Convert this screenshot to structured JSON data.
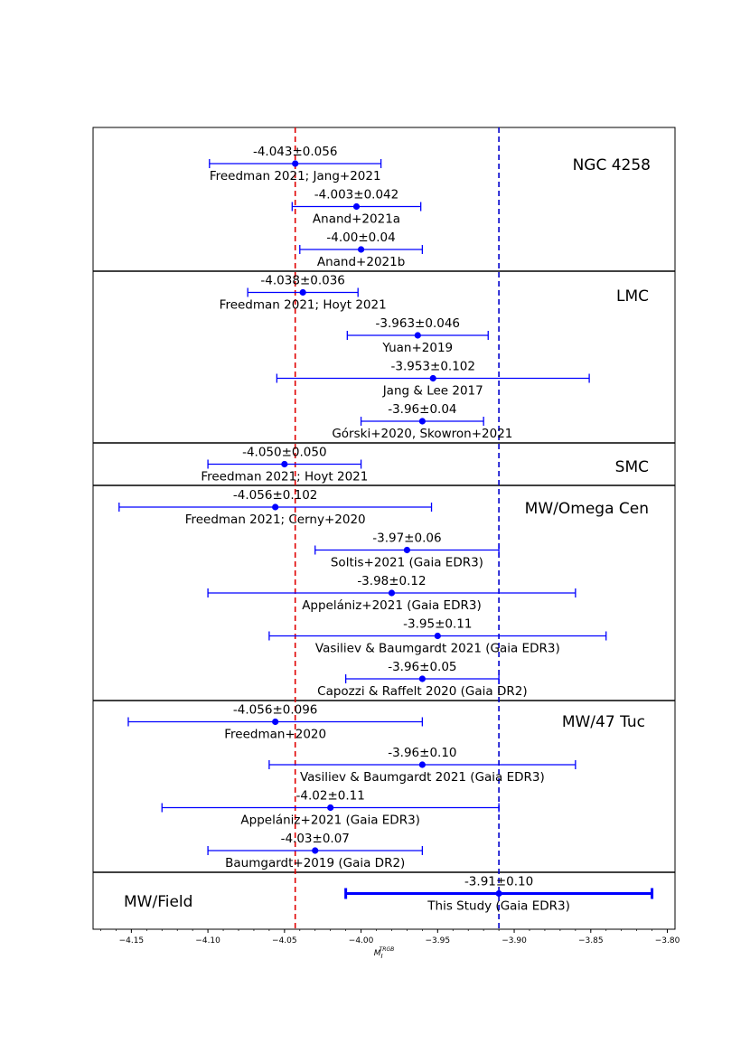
{
  "chart_data": {
    "type": "scatter",
    "title": "",
    "xlabel": "M_I^TRGB",
    "ylabel": "",
    "xlim": [
      -4.175,
      -3.795
    ],
    "xticks": [
      -4.15,
      -4.1,
      -4.05,
      -4.0,
      -3.95,
      -3.9,
      -3.85,
      -3.8
    ],
    "xtick_labels": [
      "−4.15",
      "−4.10",
      "−4.05",
      "−4.00",
      "−3.95",
      "−3.90",
      "−3.85",
      "−3.80"
    ],
    "reference_lines": [
      {
        "x": -4.043,
        "color": "#e00000",
        "style": "dashed"
      },
      {
        "x": -3.91,
        "color": "#0000cc",
        "style": "dashed"
      }
    ],
    "groups": [
      {
        "name": "NGC 4258",
        "label_side": "right",
        "points": [
          {
            "value_label": "-4.043±0.056",
            "source": "Freedman 2021; Jang+2021",
            "x": -4.043,
            "err": 0.056
          },
          {
            "value_label": "-4.003±0.042",
            "source": "Anand+2021a",
            "x": -4.003,
            "err": 0.042
          },
          {
            "value_label": "-4.00±0.04",
            "source": "Anand+2021b",
            "x": -4.0,
            "err": 0.04
          }
        ]
      },
      {
        "name": "LMC",
        "label_side": "right",
        "points": [
          {
            "value_label": "-4.038±0.036",
            "source": "Freedman 2021; Hoyt 2021",
            "x": -4.038,
            "err": 0.036
          },
          {
            "value_label": "-3.963±0.046",
            "source": "Yuan+2019",
            "x": -3.963,
            "err": 0.046
          },
          {
            "value_label": "-3.953±0.102",
            "source": "Jang & Lee 2017",
            "x": -3.953,
            "err": 0.102
          },
          {
            "value_label": "-3.96±0.04",
            "source": "Górski+2020, Skowron+2021",
            "x": -3.96,
            "err": 0.04
          }
        ]
      },
      {
        "name": "SMC",
        "label_side": "right",
        "points": [
          {
            "value_label": "-4.050±0.050",
            "source": "Freedman 2021; Hoyt 2021",
            "x": -4.05,
            "err": 0.05
          }
        ]
      },
      {
        "name": "MW/Omega Cen",
        "label_side": "right",
        "points": [
          {
            "value_label": "-4.056±0.102",
            "source": "Freedman 2021; Cerny+2020",
            "x": -4.056,
            "err": 0.102
          },
          {
            "value_label": "-3.97±0.06",
            "source": "Soltis+2021 (Gaia EDR3)",
            "x": -3.97,
            "err": 0.06
          },
          {
            "value_label": "-3.98±0.12",
            "source": "Appelániz+2021 (Gaia EDR3)",
            "x": -3.98,
            "err": 0.12
          },
          {
            "value_label": "-3.95±0.11",
            "source": "Vasiliev & Baumgardt 2021 (Gaia EDR3)",
            "x": -3.95,
            "err": 0.11
          },
          {
            "value_label": "-3.96±0.05",
            "source": "Capozzi & Raffelt 2020 (Gaia DR2)",
            "x": -3.96,
            "err": 0.05
          }
        ]
      },
      {
        "name": "MW/47 Tuc",
        "label_side": "right",
        "points": [
          {
            "value_label": "-4.056±0.096",
            "source": "Freedman+2020",
            "x": -4.056,
            "err": 0.096
          },
          {
            "value_label": "-3.96±0.10",
            "source": "Vasiliev & Baumgardt 2021 (Gaia EDR3)",
            "x": -3.96,
            "err": 0.1
          },
          {
            "value_label": "-4.02±0.11",
            "source": "Appelániz+2021 (Gaia EDR3)",
            "x": -4.02,
            "err": 0.11
          },
          {
            "value_label": "-4.03±0.07",
            "source": "Baumgardt+2019 (Gaia DR2)",
            "x": -4.03,
            "err": 0.07
          }
        ]
      },
      {
        "name": "MW/Field",
        "label_side": "left",
        "points": [
          {
            "value_label": "-3.91±0.10",
            "source": "This Study (Gaia EDR3)",
            "x": -3.91,
            "err": 0.1,
            "highlight": true
          }
        ]
      }
    ]
  }
}
